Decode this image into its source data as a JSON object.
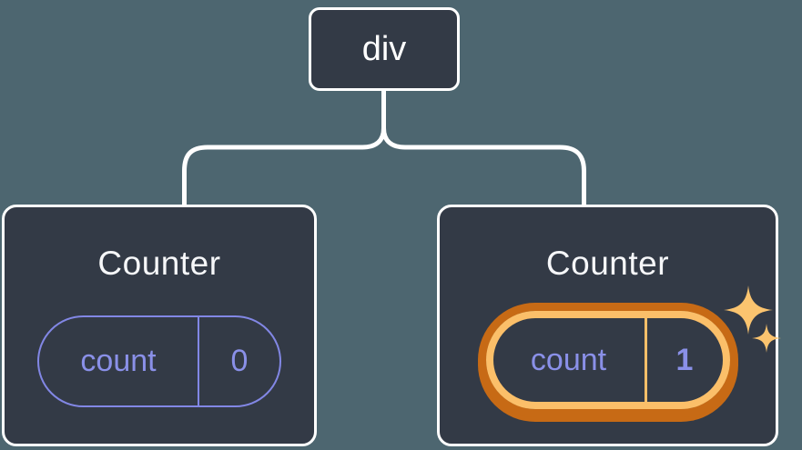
{
  "tree": {
    "root": {
      "label": "div"
    },
    "children": [
      {
        "title": "Counter",
        "state_key": "count",
        "state_value": "0",
        "highlighted": false
      },
      {
        "title": "Counter",
        "state_key": "count",
        "state_value": "1",
        "highlighted": true
      }
    ]
  },
  "colors": {
    "background": "#4d6670",
    "node_bg": "#333a46",
    "node_border": "#ffffff",
    "line_color": "#ffffff",
    "title_color": "#f6f7f9",
    "accent_purple": "#8a90e8",
    "pill_border": "#8287e5",
    "highlight_inner": "#fbbf69",
    "highlight_outer": "#c76a15",
    "sparkle_color": "#fbc46f"
  }
}
